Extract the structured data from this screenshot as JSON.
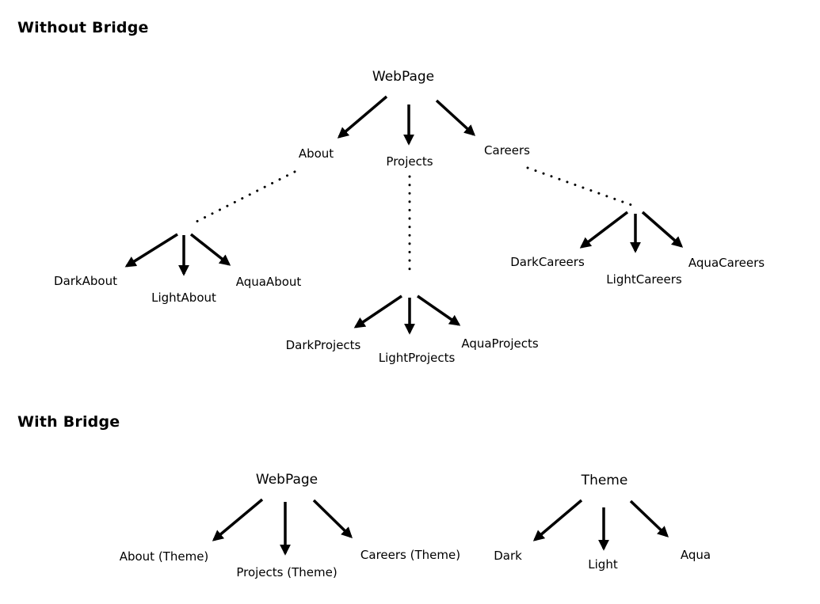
{
  "diagram": {
    "titles": {
      "without": "Without Bridge",
      "with": "With Bridge"
    },
    "without_bridge": {
      "root": "WebPage",
      "about": "About",
      "projects": "Projects",
      "careers": "Careers",
      "dark_about": "DarkAbout",
      "light_about": "LightAbout",
      "aqua_about": "AquaAbout",
      "dark_projects": "DarkProjects",
      "light_projects": "LightProjects",
      "aqua_projects": "AquaProjects",
      "dark_careers": "DarkCareers",
      "light_careers": "LightCareers",
      "aqua_careers": "AquaCareers"
    },
    "with_bridge": {
      "webpage_root": "WebPage",
      "about_theme": "About (Theme)",
      "projects_theme": "Projects (Theme)",
      "careers_theme": "Careers (Theme)",
      "theme_root": "Theme",
      "dark": "Dark",
      "light": "Light",
      "aqua": "Aqua"
    },
    "edge_styles": {
      "solid_arrow": "inheritance arrow",
      "dotted_line": "delegation / implicit link"
    },
    "colors": {
      "ink": "#000000",
      "background": "#ffffff"
    }
  }
}
